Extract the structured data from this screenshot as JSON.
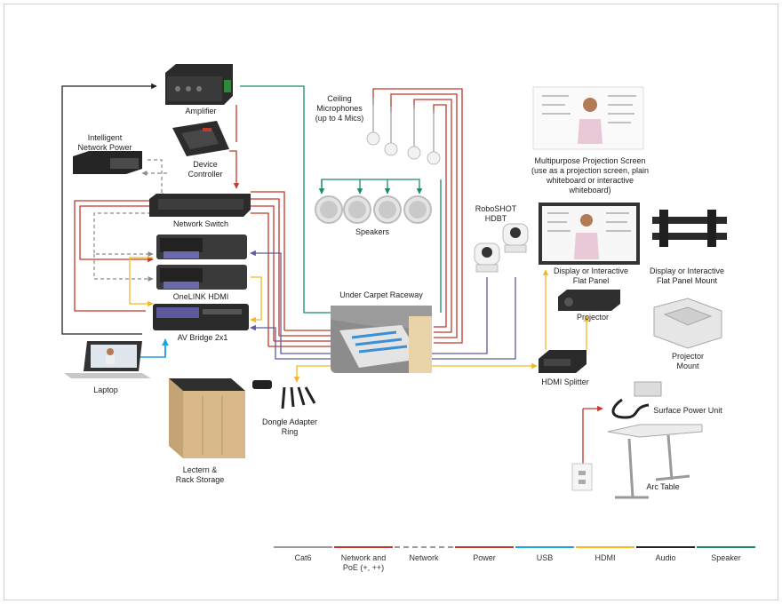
{
  "labels": {
    "amplifier": "Amplifier",
    "intelligent_power": "Intelligent\nNetwork Power",
    "device_controller": "Device\nController",
    "ceiling_mics": "Ceiling\nMicrophones\n(up to 4 Mics)",
    "speakers": "Speakers",
    "network_switch": "Network Switch",
    "onelink_hdmi": "OneLINK HDMI",
    "av_bridge": "AV Bridge 2x1",
    "laptop": "Laptop",
    "under_carpet": "Under Carpet Raceway",
    "roboshot": "RoboSHOT\nHDBT",
    "projection_screen": "Multipurpose Projection Screen\n(use as a projection screen, plain\nwhiteboard or interactive\nwhiteboard)",
    "flat_panel": "Display or Interactive\nFlat Panel",
    "flat_panel_mount": "Display or Interactive\nFlat Panel Mount",
    "projector": "Projector",
    "projector_mount": "Projector\nMount",
    "hdmi_splitter": "HDMI Splitter",
    "surface_power": "Surface Power Unit",
    "arc_table": "Arc Table",
    "dongle_ring": "Dongle Adapter\nRing",
    "lectern": "Lectern &\nRack Storage"
  },
  "legend": [
    {
      "label": "Cat6",
      "color": "#9a9a9a",
      "dashed": false
    },
    {
      "label": "Network and\nPoE (+, ++)",
      "color": "#c0392b",
      "dashed": false
    },
    {
      "label": "Network",
      "color": "#9a9a9a",
      "dashed": true
    },
    {
      "label": "Power",
      "color": "#c0392b",
      "dashed": false
    },
    {
      "label": "USB",
      "color": "#1ca3e0",
      "dashed": false
    },
    {
      "label": "HDMI",
      "color": "#f5b622",
      "dashed": false
    },
    {
      "label": "Audio",
      "color": "#222222",
      "dashed": false
    },
    {
      "label": "Speaker",
      "color": "#1a8a6a",
      "dashed": false
    }
  ],
  "colors": {
    "power": "#c0392b",
    "network": "#9a9a9a",
    "hdmi": "#f5b622",
    "usb": "#1ca3e0",
    "audio": "#222222",
    "speaker": "#1a8a6a",
    "cat6": "#5b5a9e"
  }
}
